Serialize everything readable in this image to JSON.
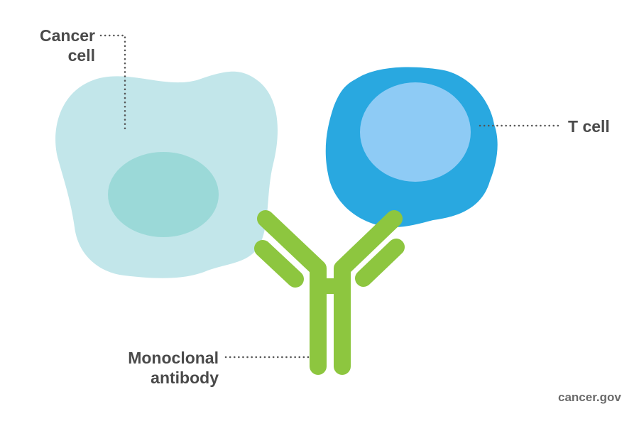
{
  "labels": {
    "cancer_cell": [
      "Cancer",
      "cell"
    ],
    "t_cell": "T cell",
    "antibody": [
      "Monoclonal",
      "antibody"
    ]
  },
  "source": "cancer.gov",
  "colors": {
    "cancer_cell": "#c2e6ea",
    "cancer_nucleus": "#9bd9d8",
    "t_cell": "#29a8e0",
    "t_nucleus": "#8ecbf5",
    "antibody": "#8dc63f",
    "leader": "#555555"
  }
}
